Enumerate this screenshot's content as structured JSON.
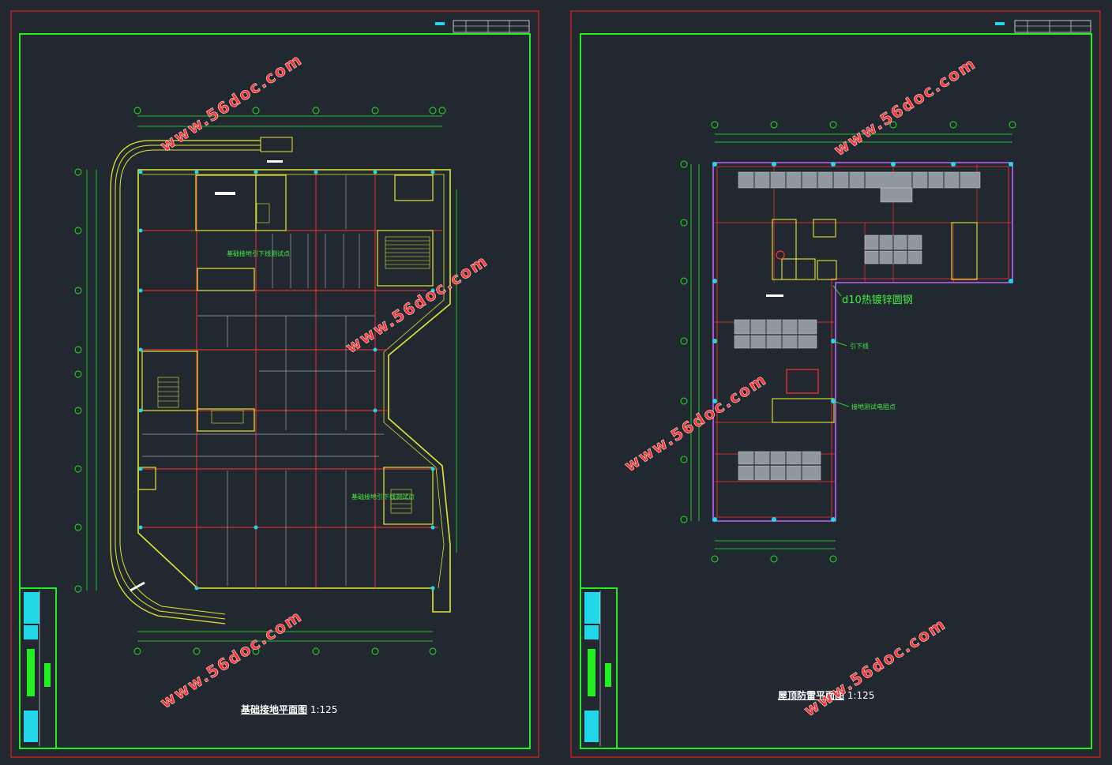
{
  "sheets": [
    {
      "drawing_title": "基础接地平面图",
      "scale": "1:125",
      "watermarks": [
        "www.56doc.com",
        "www.56doc.com",
        "www.56doc.com"
      ],
      "annotations": [
        "基础接地引下线测试点",
        "基础接地引下线测试点"
      ]
    },
    {
      "drawing_title": "屋顶防雷平面图",
      "scale": "1:125",
      "watermarks": [
        "www.56doc.com",
        "www.56doc.com",
        "www.56doc.com"
      ],
      "annotations": [
        "d10热镀锌圆钢",
        "引下线",
        "接地测试电阻点"
      ]
    }
  ],
  "colors": {
    "background": "#212830",
    "frame_outer": "#e02020",
    "frame_inner": "#22ee22",
    "wall": "#e6e633",
    "axis": "#ff3333",
    "grid": "#9aa3aa",
    "cyan": "#22d8e8",
    "magenta": "#c060ff"
  }
}
